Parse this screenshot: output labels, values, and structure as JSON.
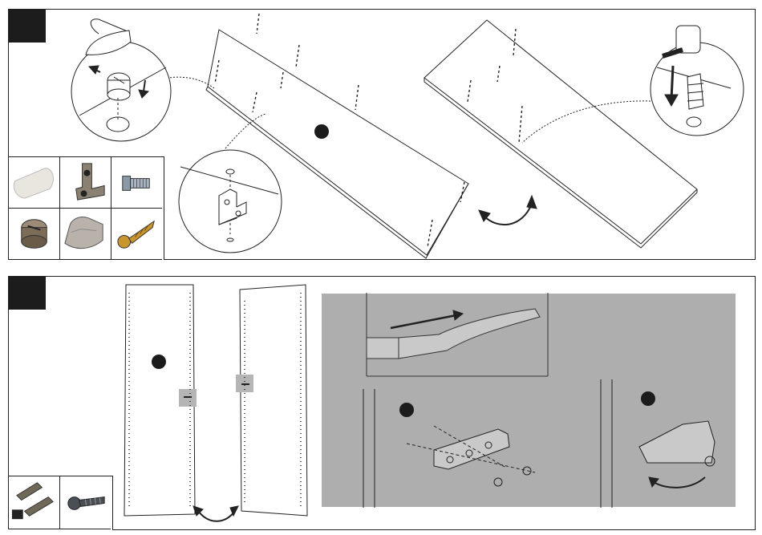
{
  "steps": [
    {
      "id": "step-1",
      "parts": [
        "plastic-dowel",
        "angle-bracket",
        "cam-bolt",
        "cam-lock",
        "plastic-cap",
        "wood-screw"
      ]
    },
    {
      "id": "step-2",
      "parts": [
        "hinge-plates",
        "drywall-screw"
      ]
    }
  ],
  "colors": {
    "badge": "#1c1c1c",
    "line": "#222222",
    "gray_panel": "#aeaeae",
    "brass": "#c8952e"
  }
}
